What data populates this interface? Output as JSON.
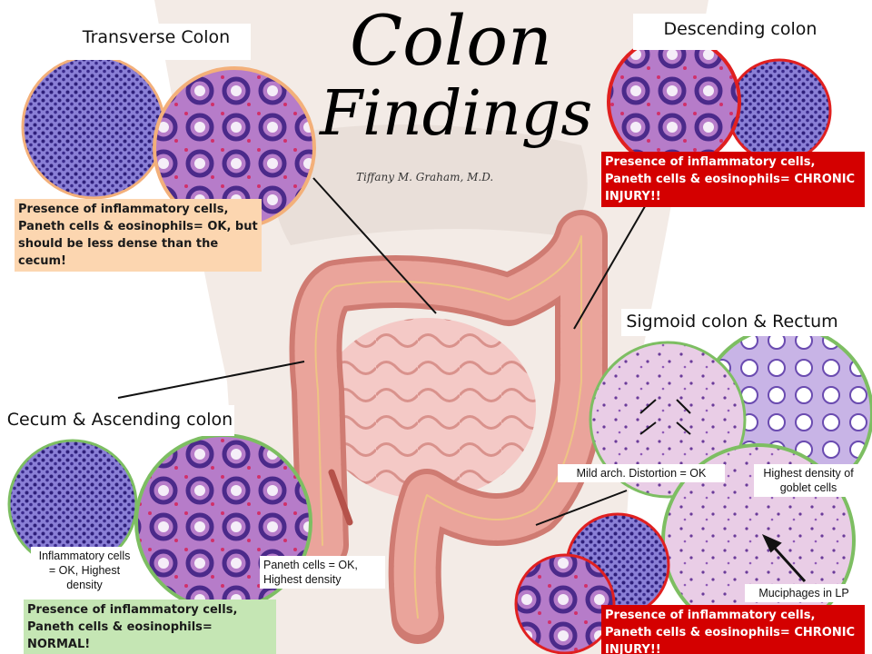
{
  "title": {
    "line1": "Colon",
    "line2": "Findings",
    "author": "Tiffany M. Graham, M.D."
  },
  "regions": {
    "transverse": {
      "heading": "Transverse Colon",
      "note": "Presence of inflammatory cells, Paneth cells & eosinophils= OK, but should be less dense than the cecum!"
    },
    "descending": {
      "heading": "Descending colon",
      "note": "Presence of inflammatory cells, Paneth cells & eosinophils= CHRONIC INJURY!!"
    },
    "cecum": {
      "heading": "Cecum & Ascending colon",
      "label_inflammatory": "Inflammatory cells = OK, Highest density",
      "label_paneth": "Paneth cells = OK, Highest density",
      "note": "Presence of inflammatory cells, Paneth cells & eosinophils= NORMAL!"
    },
    "sigmoid": {
      "heading": "Sigmoid colon & Rectum",
      "label_arch": "Mild arch. Distortion = OK",
      "label_goblet": "Highest density of goblet cells",
      "label_muciphages": "Muciphages in LP",
      "note": "Presence of inflammatory cells, Paneth cells & eosinophils= CHRONIC INJURY!!"
    }
  },
  "colors": {
    "ok_peach": "#fcd6b0",
    "injury_red": "#d40000",
    "normal_green": "#c5e6b4",
    "colon_pink": "#e8958c",
    "tissue_purple": "#5b3fa0"
  },
  "icons": [
    "pointer-line",
    "arrowhead-icon"
  ]
}
